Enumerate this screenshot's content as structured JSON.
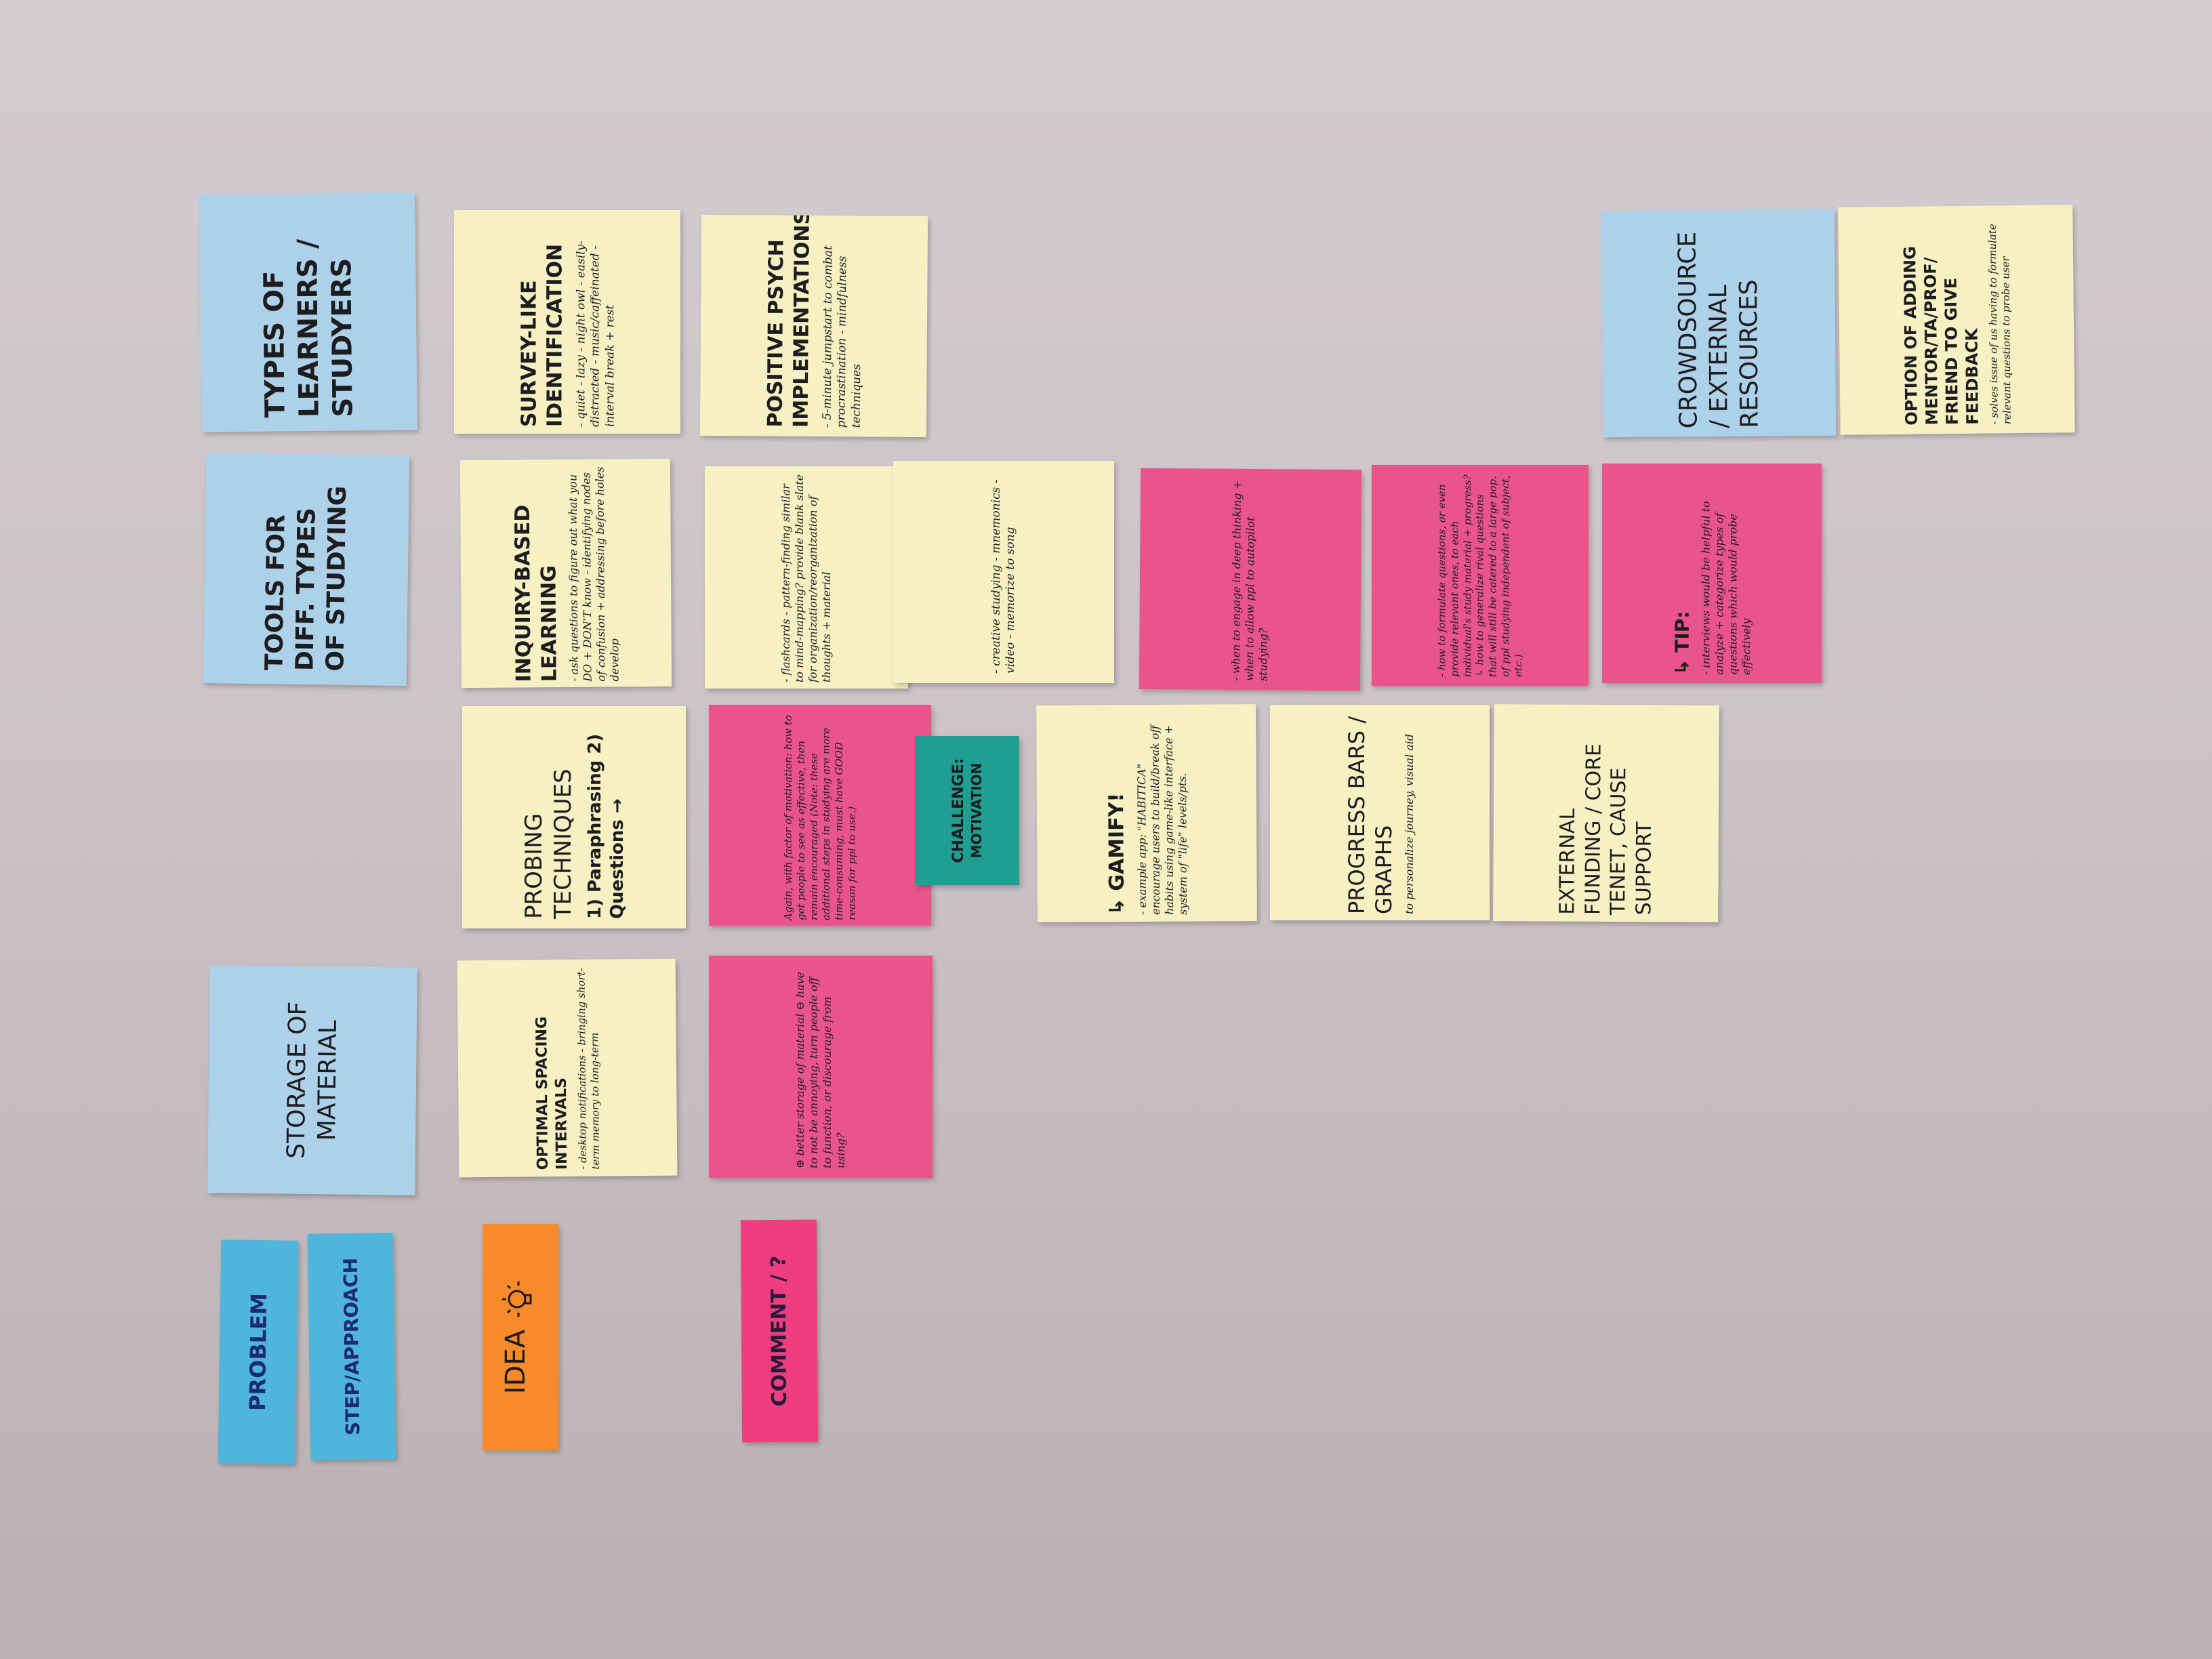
{
  "notes": {
    "types_of_learners": "TYPES OF LEARNERS / STUDYERS",
    "tools_for_studying": "TOOLS FOR DIFF. TYPES OF STUDYING",
    "storage_of_material": "STORAGE OF MATERIAL",
    "survey": {
      "title": "SURVEY-LIKE IDENTIFICATION",
      "body": "- quiet  - lazy  - night owl  - easily-distracted  - music/caffeinated  - interval break + rest"
    },
    "positive_psych": {
      "title": "POSITIVE PSYCH IMPLEMENTATIONS",
      "body": "- 5-minute jumpstart to combat procrastination  - mindfulness techniques"
    },
    "inquiry": {
      "title": "INQUIRY-BASED LEARNING",
      "body": "- ask questions to figure out what you DO + DON'T know  - identifying nodes of confusion + addressing before holes develop"
    },
    "flashcards": {
      "body": "- flashcards  - pattern-finding  similar to mind-mapping?  provide blank slate for organization/reorganization of thoughts + material"
    },
    "creative": {
      "body": "- creative studying  - mnemonics  - video  - memorize to song"
    },
    "probing": {
      "title": "PROBING TECHNIQUES",
      "body": "1) Paraphrasing  2) Questions →"
    },
    "motivation_pink": {
      "body": "Again, with factor of motivation: how to get people to see as effective, then remain encouraged  (Note: these additional steps in studying are more time-consuming, must have GOOD reason for ppl to use.)"
    },
    "challenge": {
      "title": "CHALLENGE:",
      "body": "MOTIVATION"
    },
    "gamify": {
      "title": "↳ GAMIFY!",
      "body": "- example app: \"HABITICA\" encourage users to build/break off habits using game-like interface + system of \"life\" levels/pts."
    },
    "progress": {
      "title": "PROGRESS BARS / GRAPHS",
      "body": "to personalize journey, visual aid"
    },
    "external_funding": {
      "title": "EXTERNAL FUNDING / CORE TENET, CAUSE SUPPORT"
    },
    "deep_thinking": {
      "body": "- when to engage in deep thinking + when to allow ppl to autopilot studying?"
    },
    "formulate": {
      "body": "- how to formulate questions, or even provide relevant ones, to each individual's study material + progress?  ↳ how to generalize rival questions that will still be catered to a large pop. of ppl studying independent of subject, etc.)"
    },
    "tip": {
      "title": "↳ TIP:",
      "body": "- interviews would be helpful to analyze + categorize types of questions which would probe effectively"
    },
    "crowdsource": "CROWDSOURCE / EXTERNAL RESOURCES",
    "mentor": {
      "title": "OPTION OF ADDING MENTOR/TA/PROF/ FRIEND TO GIVE FEEDBACK",
      "body": "- solves issue of us having to formulate relevant questions to probe user"
    },
    "optimal": {
      "title": "OPTIMAL SPACING INTERVALS",
      "body": "- desktop notifications  - bringing short-term memory to long-term"
    },
    "storage_pink": {
      "body": "⊕ better storage of material  ⊖ have to not be annoying, turn people off to function, or discourage from using?"
    }
  },
  "legend": {
    "problem": "PROBLEM",
    "step": "STEP/APPROACH",
    "idea": "IDEA",
    "comment": "COMMENT / ?"
  },
  "icons": {
    "idea_bulb": "lightbulb-icon"
  }
}
